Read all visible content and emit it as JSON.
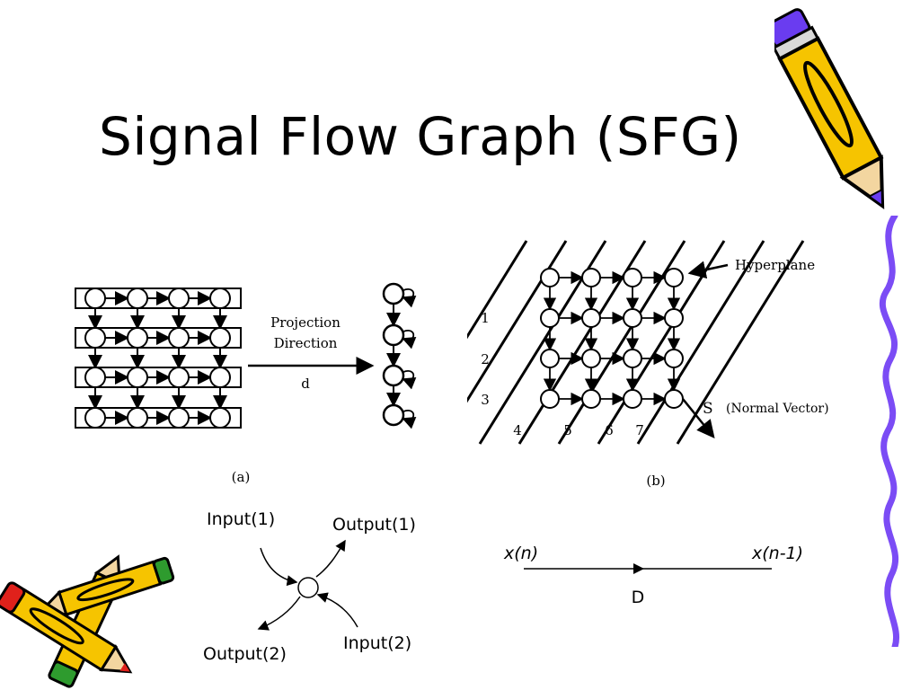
{
  "slide": {
    "title": "Signal Flow Graph (SFG)"
  },
  "figure_a": {
    "projection_label_line1": "Projection",
    "projection_label_line2": "Direction",
    "direction_label": "d",
    "caption": "(a)"
  },
  "figure_b": {
    "hyperplane_label": "Hyperplane",
    "row_labels": [
      "1",
      "2",
      "3"
    ],
    "column_labels": [
      "4",
      "5",
      "6",
      "7"
    ],
    "normal_symbol": "S",
    "normal_label": "(Normal Vector)",
    "caption": "(b)"
  },
  "node_diagram": {
    "input1": "Input(1)",
    "output1": "Output(1)",
    "input2": "Input(2)",
    "output2": "Output(2)"
  },
  "delay_diagram": {
    "left_label": "x(n)",
    "right_label": "x(n-1)",
    "delay_label": "D"
  },
  "colors": {
    "pencil_body": "#f6c400",
    "pencil_outline": "#000000",
    "pencil_eraser_red": "#e0211b",
    "pencil_eraser_green": "#2e9b2e",
    "accent_purple": "#6a3cf0",
    "squiggle": "#7b4cf5"
  }
}
